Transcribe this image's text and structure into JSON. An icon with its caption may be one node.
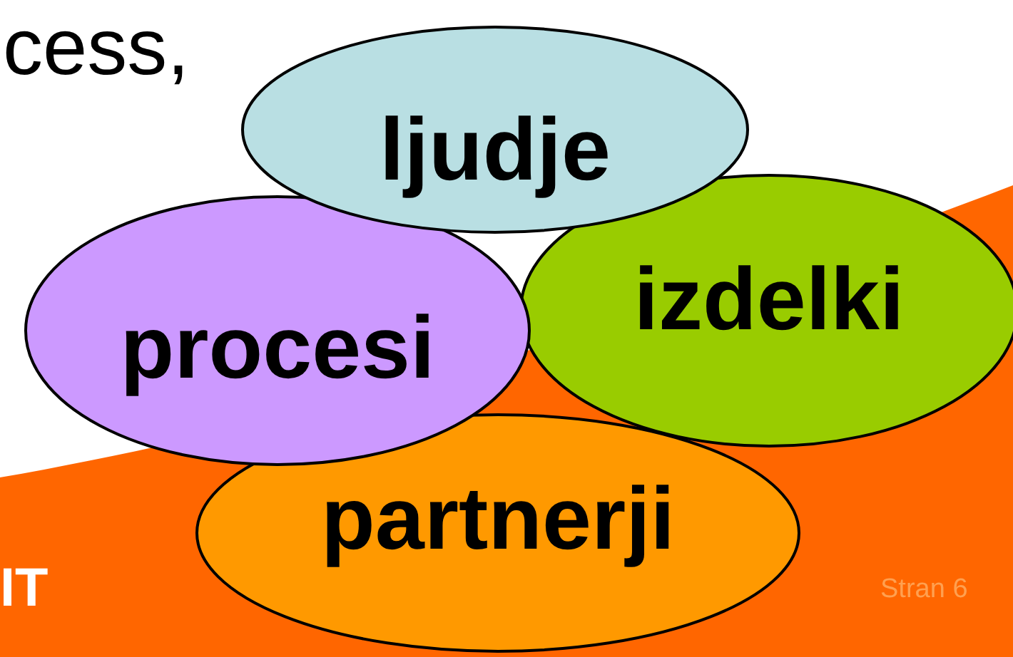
{
  "diagram": {
    "nodes": [
      {
        "text": [
          "ljudje"
        ]
      },
      {
        "text": [
          "procesi"
        ]
      },
      {
        "text": [
          "izdelki"
        ]
      },
      {
        "text": [
          "partnerji"
        ]
      }
    ],
    "labels": [
      "cess,",
      "IT",
      "Stran 6"
    ]
  }
}
